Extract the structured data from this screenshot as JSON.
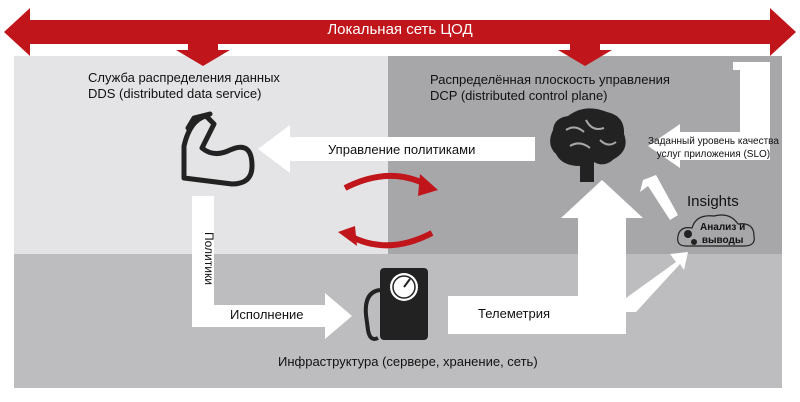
{
  "banner": {
    "label": "Локальная сеть ЦОД"
  },
  "dds": {
    "line1": "Служба распределения данных",
    "line2": "DDS (distributed data service)"
  },
  "dcp": {
    "line1": "Распределённая плоскость управления",
    "line2": "DCP (distributed control plane)"
  },
  "flows": {
    "policy_management": "Управление политиками",
    "policies": "Политики",
    "execution": "Исполнение",
    "telemetry": "Телеметрия"
  },
  "slo": {
    "line1": "Заданный уровень качества",
    "line2": "услуг приложения (SLO)"
  },
  "insights": {
    "title": "Insights",
    "line1": "Анализ и",
    "line2": "выводы"
  },
  "infrastructure": {
    "label": "Инфраструктура (сервере, хранение, сеть)"
  },
  "colors": {
    "red": "#c0151b",
    "light_panel": "#e4e4e6",
    "mid_panel": "#bdbdbf",
    "dark_panel": "#a7a7aa",
    "icon": "#222222",
    "white": "#ffffff"
  },
  "icons": {
    "dds": "flexed-arm-icon",
    "dcp": "brain-icon",
    "infrastructure": "fuel-pump-gauge-icon",
    "insights": "cloud-gears-icon",
    "cycle": "circular-arrows-icon"
  }
}
